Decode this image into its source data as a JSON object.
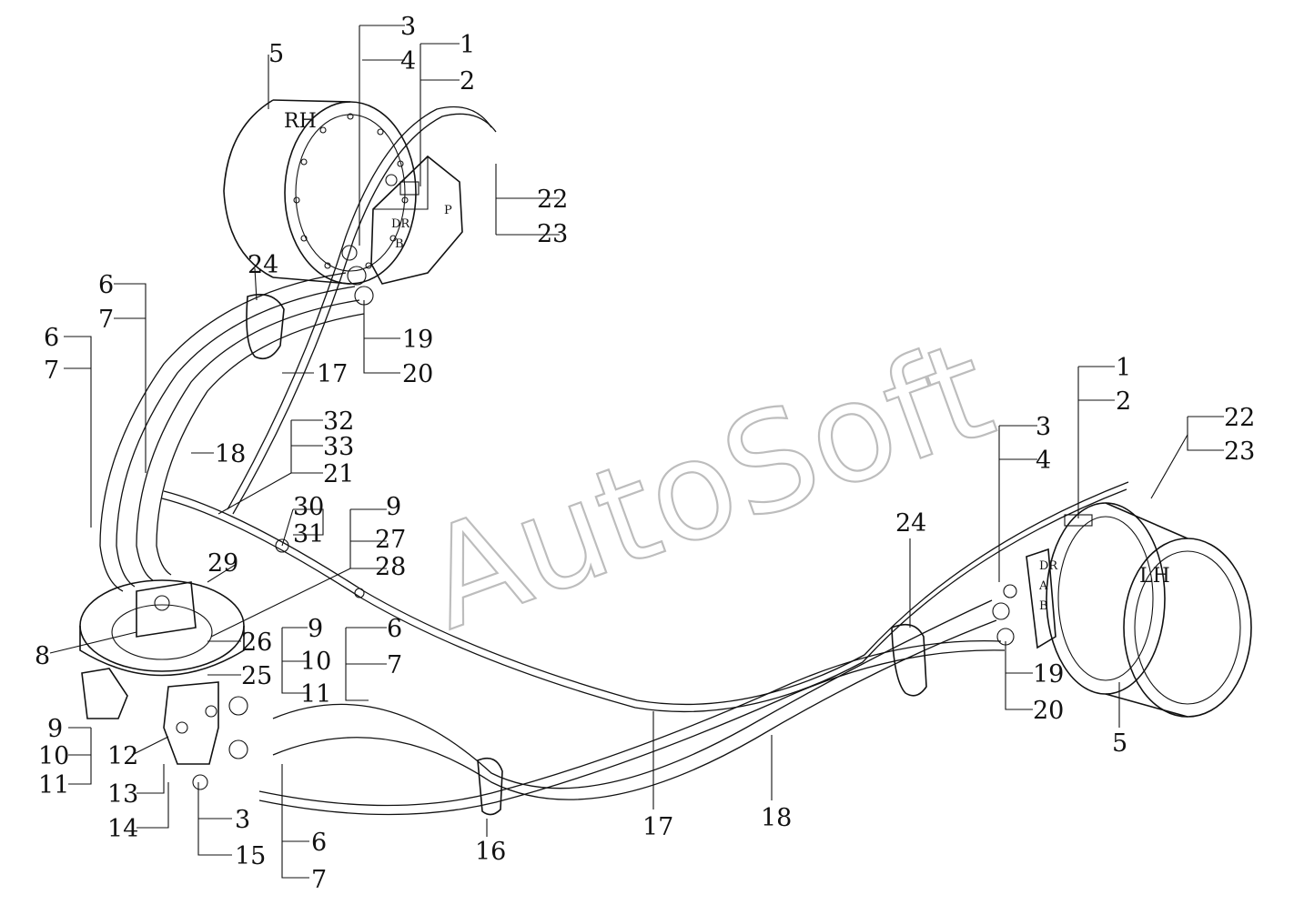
{
  "watermark": "AutoSoft",
  "components": {
    "motor_rh": "RH",
    "motor_lh": "LH",
    "pump_label": "P",
    "ports_rh": [
      "DR",
      "B"
    ],
    "ports_lh": [
      "DR",
      "A",
      "B"
    ]
  },
  "callouts": [
    {
      "id": "c1",
      "text": "1"
    },
    {
      "id": "c2",
      "text": "2"
    },
    {
      "id": "c3",
      "text": "3"
    },
    {
      "id": "c4",
      "text": "4"
    },
    {
      "id": "c5",
      "text": "5"
    },
    {
      "id": "c22",
      "text": "22"
    },
    {
      "id": "c23",
      "text": "23"
    },
    {
      "id": "c24",
      "text": "24"
    },
    {
      "id": "c6a",
      "text": "6"
    },
    {
      "id": "c7a",
      "text": "7"
    },
    {
      "id": "c6b",
      "text": "6"
    },
    {
      "id": "c7b",
      "text": "7"
    },
    {
      "id": "c19",
      "text": "19"
    },
    {
      "id": "c20",
      "text": "20"
    },
    {
      "id": "c17",
      "text": "17"
    },
    {
      "id": "c18",
      "text": "18"
    },
    {
      "id": "c32",
      "text": "32"
    },
    {
      "id": "c33",
      "text": "33"
    },
    {
      "id": "c21",
      "text": "21"
    },
    {
      "id": "c30",
      "text": "30"
    },
    {
      "id": "c31",
      "text": "31"
    },
    {
      "id": "c9a",
      "text": "9"
    },
    {
      "id": "c27",
      "text": "27"
    },
    {
      "id": "c28",
      "text": "28"
    },
    {
      "id": "c29",
      "text": "29"
    },
    {
      "id": "c8",
      "text": "8"
    },
    {
      "id": "c26",
      "text": "26"
    },
    {
      "id": "c25",
      "text": "25"
    },
    {
      "id": "c9b",
      "text": "9"
    },
    {
      "id": "c10b",
      "text": "10"
    },
    {
      "id": "c11b",
      "text": "11"
    },
    {
      "id": "c6c",
      "text": "6"
    },
    {
      "id": "c7c",
      "text": "7"
    },
    {
      "id": "c9c",
      "text": "9"
    },
    {
      "id": "c10c",
      "text": "10"
    },
    {
      "id": "c11c",
      "text": "11"
    },
    {
      "id": "c12",
      "text": "12"
    },
    {
      "id": "c13",
      "text": "13"
    },
    {
      "id": "c14",
      "text": "14"
    },
    {
      "id": "c3b",
      "text": "3"
    },
    {
      "id": "c15",
      "text": "15"
    },
    {
      "id": "c6d",
      "text": "6"
    },
    {
      "id": "c7d",
      "text": "7"
    },
    {
      "id": "c16",
      "text": "16"
    },
    {
      "id": "c17b",
      "text": "17"
    },
    {
      "id": "c18b",
      "text": "18"
    },
    {
      "id": "c24b",
      "text": "24"
    },
    {
      "id": "c3c",
      "text": "3"
    },
    {
      "id": "c4c",
      "text": "4"
    },
    {
      "id": "c1c",
      "text": "1"
    },
    {
      "id": "c2c",
      "text": "2"
    },
    {
      "id": "c22c",
      "text": "22"
    },
    {
      "id": "c23c",
      "text": "23"
    },
    {
      "id": "c19c",
      "text": "19"
    },
    {
      "id": "c20c",
      "text": "20"
    },
    {
      "id": "c5c",
      "text": "5"
    }
  ]
}
